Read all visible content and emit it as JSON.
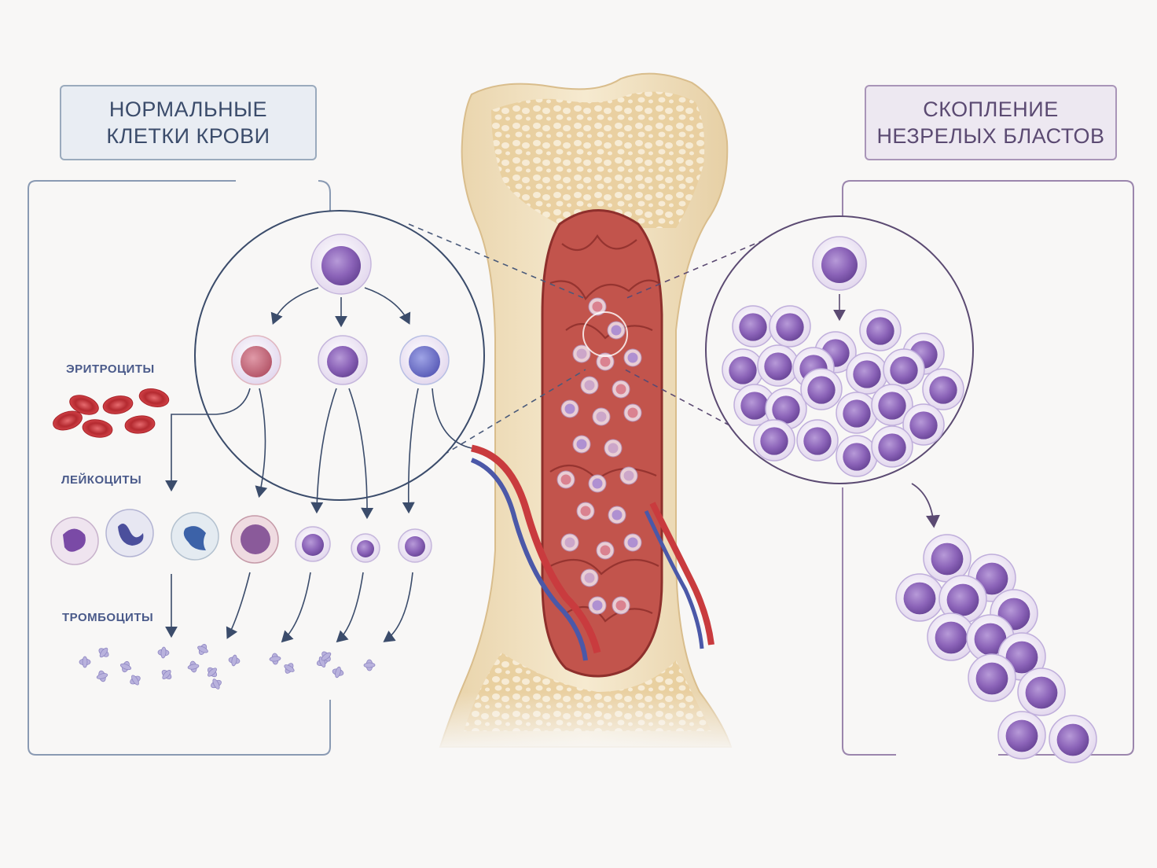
{
  "left_panel": {
    "title_line1": "НОРМАЛЬНЫЕ",
    "title_line2": "КЛЕТКИ КРОВИ",
    "labels": {
      "erythrocytes": "ЭРИТРОЦИТЫ",
      "leukocytes": "ЛЕЙКОЦИТЫ",
      "thrombocytes": "ТРОМБОЦИТЫ"
    }
  },
  "right_panel": {
    "title_line1": "СКОПЛЕНИЕ",
    "title_line2": "НЕЗРЕЛЫХ БЛАСТОВ"
  },
  "colors": {
    "left_accent": "#3b4c6b",
    "right_accent": "#5b4a72",
    "blast_purple": "#8b63b8",
    "erythrocyte_red": "#c83038",
    "bone_cream": "#efdcb8",
    "marrow_red": "#b5483f"
  }
}
